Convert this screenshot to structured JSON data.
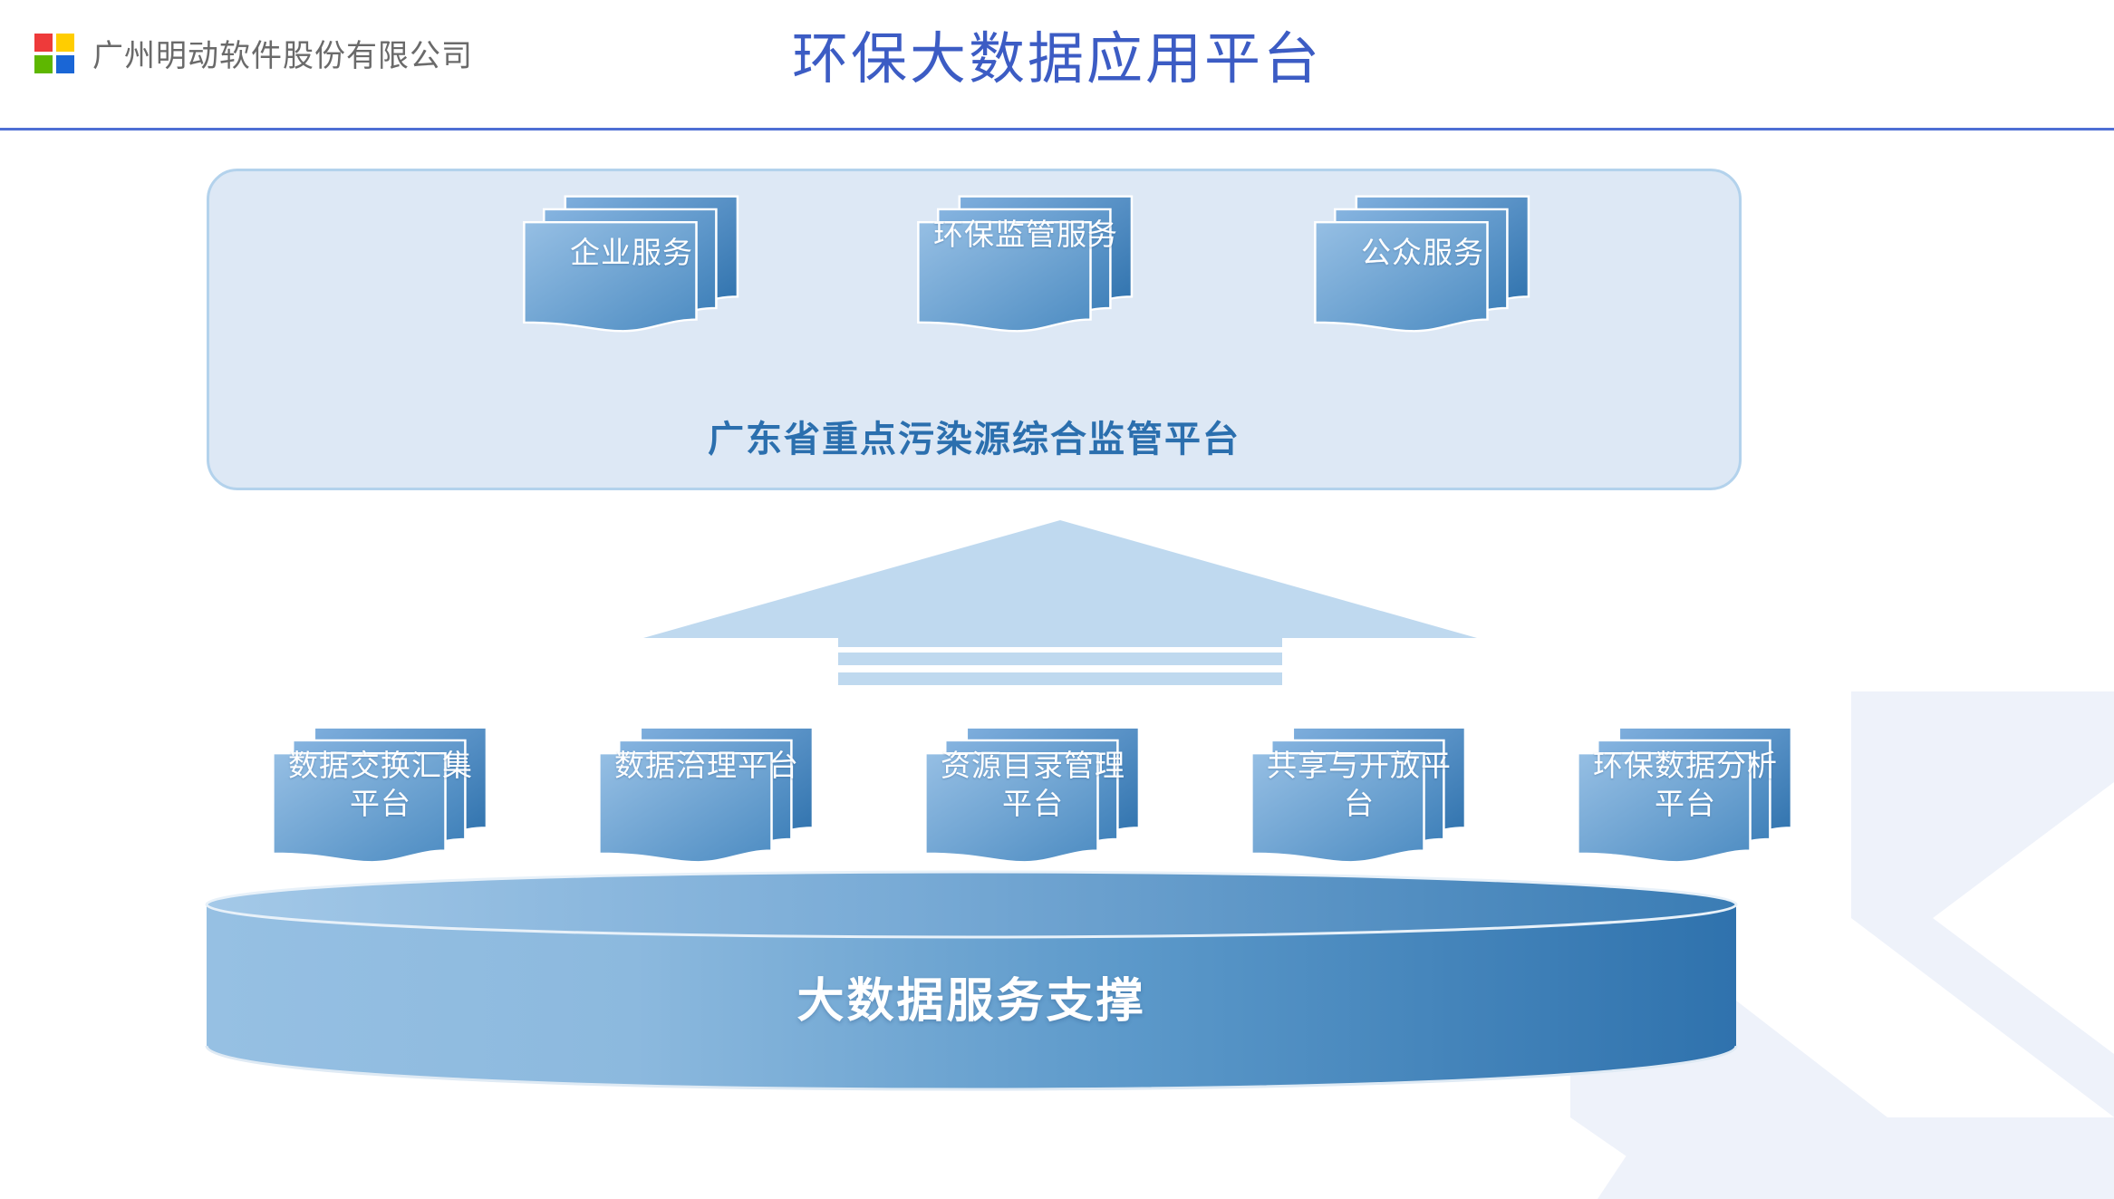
{
  "header": {
    "company_name": "广州明动软件股份有限公司",
    "deck_title": "环保大数据应用平台",
    "logo_icon": "four-square-logo-icon",
    "logo_colors": [
      "#ee3a3a",
      "#ffcd00",
      "#5eb700",
      "#1a66d6"
    ],
    "title_color": "#3c5cc4",
    "rule_color": "#4e6fd4"
  },
  "application_panel": {
    "label": "广东省重点污染源综合监管平台",
    "label_color": "#2b6fae",
    "background": "#dde8f5",
    "border_color": "#b3d2ec",
    "cards": [
      {
        "label": "企业服务"
      },
      {
        "label": "环保监管服务"
      },
      {
        "label": "公众服务"
      }
    ]
  },
  "connector": {
    "icon": "up-arrow-icon",
    "color": "#bfd9ef",
    "stripe_count": 2
  },
  "support_platform": {
    "label": "大数据服务支撑",
    "label_color": "#ffffff",
    "cylinder_light": "#8fb9de",
    "cylinder_dark": "#2f72ad",
    "cards": [
      {
        "label": "数据交换汇集平台"
      },
      {
        "label": "数据治理平台"
      },
      {
        "label": "资源目录管理平台"
      },
      {
        "label": "共享与开放平台"
      },
      {
        "label": "环保数据分析平台"
      }
    ]
  },
  "decoration": {
    "watermark_icon": "chevron-watermark-icon",
    "watermark_color": "#eef2fa"
  }
}
